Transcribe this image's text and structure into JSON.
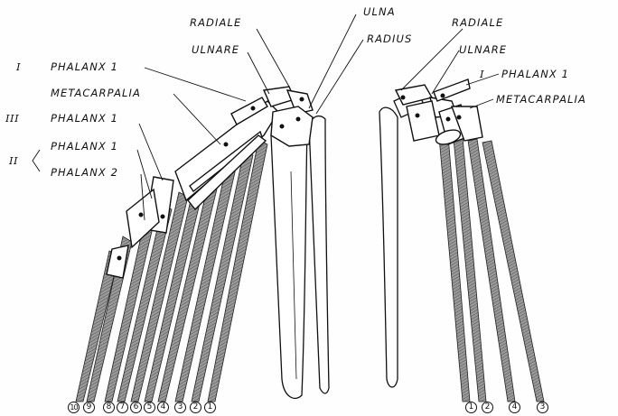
{
  "colors": {
    "ink": "#111111",
    "feather": "#8a8a8a",
    "bone": "#ffffff",
    "paper": "#fefefe"
  },
  "left_wing": {
    "labels": {
      "radiale": "RADIALE",
      "ulnare": "ULNARE",
      "ulna": "ULNA",
      "radius": "RADIUS",
      "digit_i_roman": "I",
      "digit_i_phalanx": "PHALANX 1",
      "metacarpalia": "METACARPALIA",
      "digit_iii_roman": "III",
      "digit_iii_phalanx": "PHALANX 1",
      "digit_ii_roman": "II",
      "digit_ii_phalanx1": "PHALANX 1",
      "digit_ii_phalanx2": "PHALANX 2"
    },
    "feather_numbers": [
      "10",
      "9",
      "8",
      "7",
      "6",
      "5",
      "4",
      "3",
      "2",
      "1"
    ]
  },
  "right_wing": {
    "labels": {
      "radiale": "RADIALE",
      "ulnare": "ULNARE",
      "digit_i_roman": "I",
      "digit_i_phalanx": "PHALANX 1",
      "metacarpalia": "METACARPALIA"
    },
    "feather_numbers": [
      "1",
      "2",
      "4",
      "3"
    ]
  }
}
